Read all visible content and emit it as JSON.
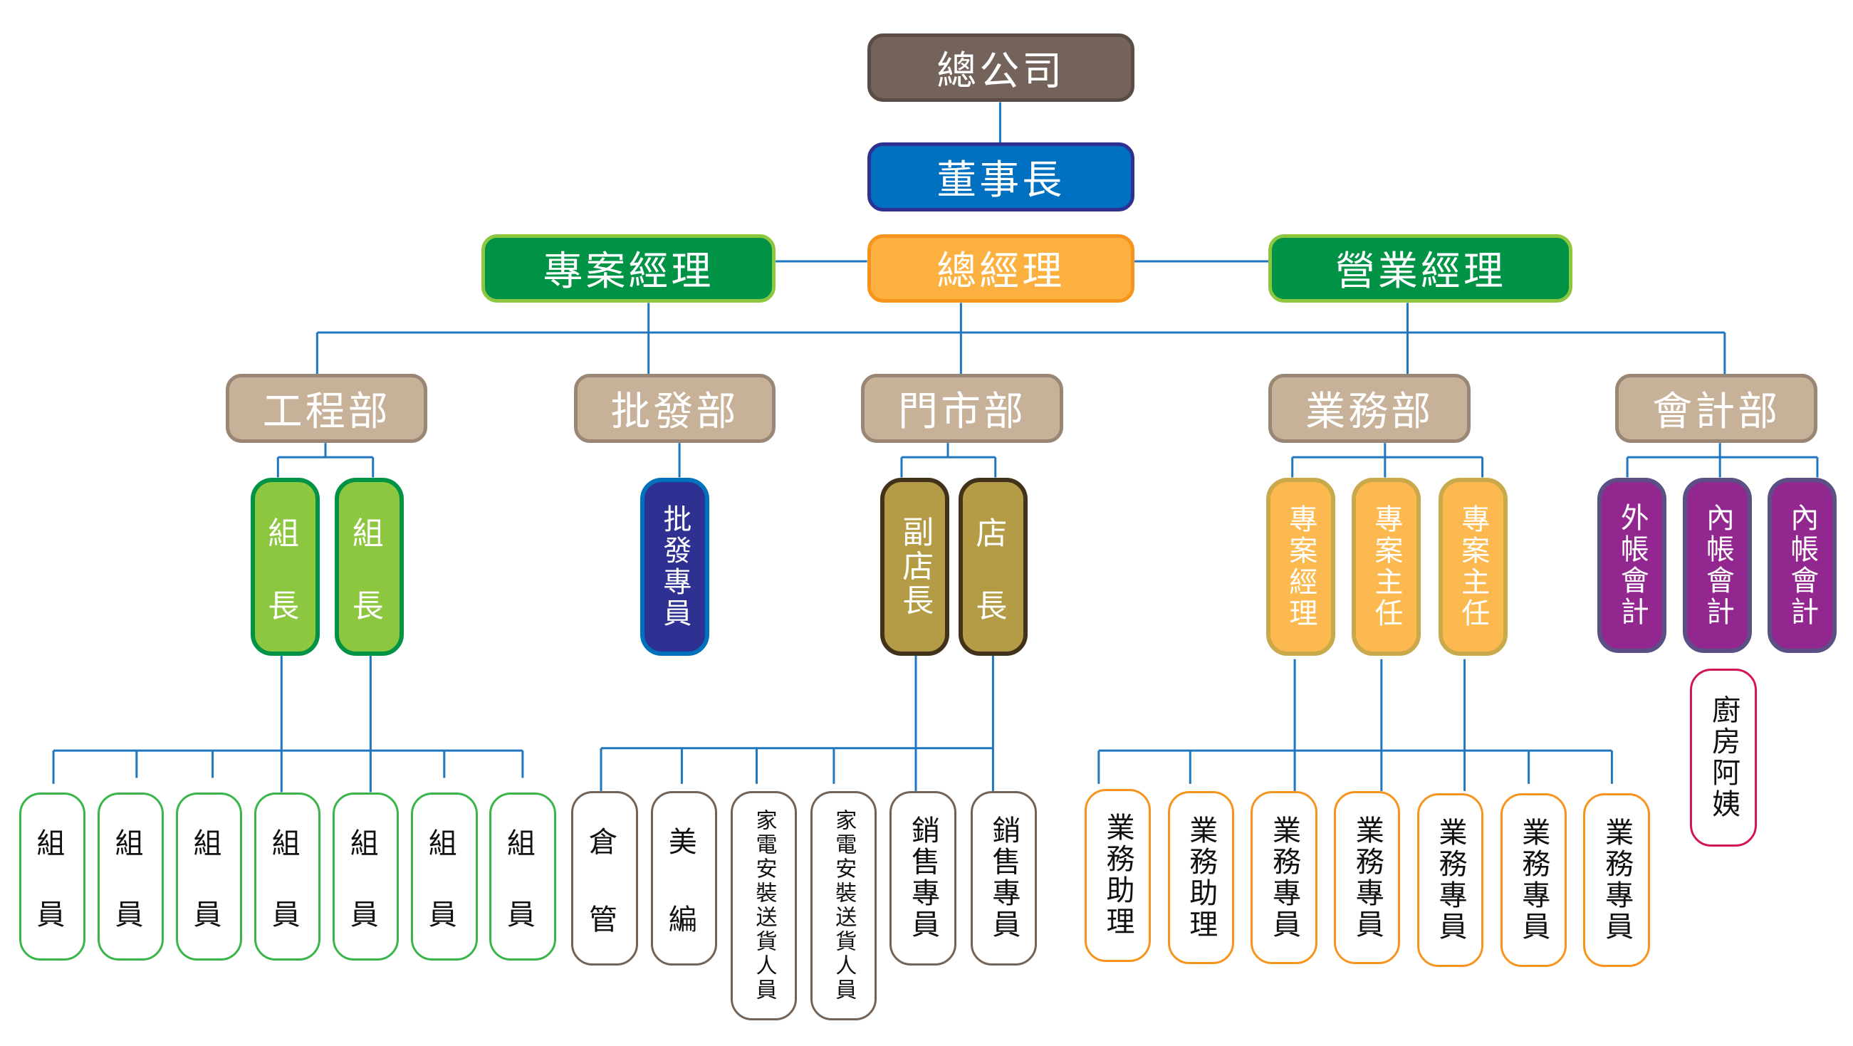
{
  "title": "公司組織圖",
  "colors": {
    "line": "#1f77c0",
    "hq_fill": "#73635a",
    "hq_border": "#5b4d45",
    "chairman_fill": "#0070c0",
    "chairman_border": "#2e3192",
    "gm_fill": "#fbb040",
    "gm_border": "#f7941d",
    "mgr_fill": "#009245",
    "mgr_border": "#8dc63f",
    "dept_fill": "#c7b299",
    "dept_border": "#998675",
    "leader_fill": "#8dc63f",
    "leader_border": "#009245",
    "wholesale_fill": "#2e3192",
    "wholesale_border": "#0071bc",
    "store_fill": "#b49c46",
    "store_border": "#42321a",
    "sales_fill": "#fbb94f",
    "sales_border": "#c9a94a",
    "acct_fill": "#92278f",
    "acct_border": "#5b4f85",
    "member_border": "#39b54a",
    "store_staff_border": "#736357",
    "sales_staff_border": "#f7941d",
    "kitchen_border": "#d4145a"
  },
  "nodes": {
    "hq": "總公司",
    "chairman": "董事長",
    "project_manager": "專案經理",
    "general_manager": "總經理",
    "business_manager": "營業經理",
    "departments": [
      "工程部",
      "批發部",
      "門市部",
      "業務部",
      "會計部"
    ],
    "engineering": {
      "leaders": [
        [
          "組",
          "長"
        ],
        [
          "組",
          "長"
        ]
      ],
      "members": [
        [
          "組",
          "員"
        ],
        [
          "組",
          "員"
        ],
        [
          "組",
          "員"
        ],
        [
          "組",
          "員"
        ],
        [
          "組",
          "員"
        ],
        [
          "組",
          "員"
        ],
        [
          "組",
          "員"
        ]
      ]
    },
    "wholesale": {
      "staff": "批發專員"
    },
    "store": {
      "managers": [
        [
          "副",
          "店",
          "長"
        ],
        [
          "店",
          "長"
        ]
      ],
      "staff": [
        [
          "倉",
          "管"
        ],
        [
          "美",
          "編"
        ],
        "家電安裝送貨人員",
        "家電安裝送貨人員",
        "銷售專員",
        "銷售專員"
      ]
    },
    "sales": {
      "leads": [
        "專案經理",
        "專案主任",
        "專案主任"
      ],
      "staff": [
        "業務助理",
        "業務助理",
        "業務專員",
        "業務專員",
        "業務專員",
        "業務專員",
        "業務專員"
      ]
    },
    "accounting": {
      "staff": [
        "外帳會計",
        "內帳會計",
        "內帳會計"
      ],
      "kitchen": "廚房阿姨"
    }
  }
}
